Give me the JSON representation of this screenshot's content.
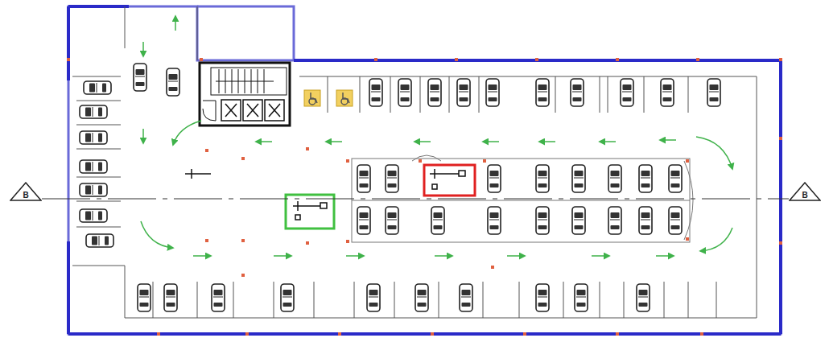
{
  "diagram": {
    "nodes": [
      {
        "text": [
          "B"
        ]
      },
      {
        "text": [
          "B"
        ]
      }
    ],
    "edges": [
      {
        "from": 0,
        "to": 1,
        "arrow": "none"
      }
    ]
  }
}
